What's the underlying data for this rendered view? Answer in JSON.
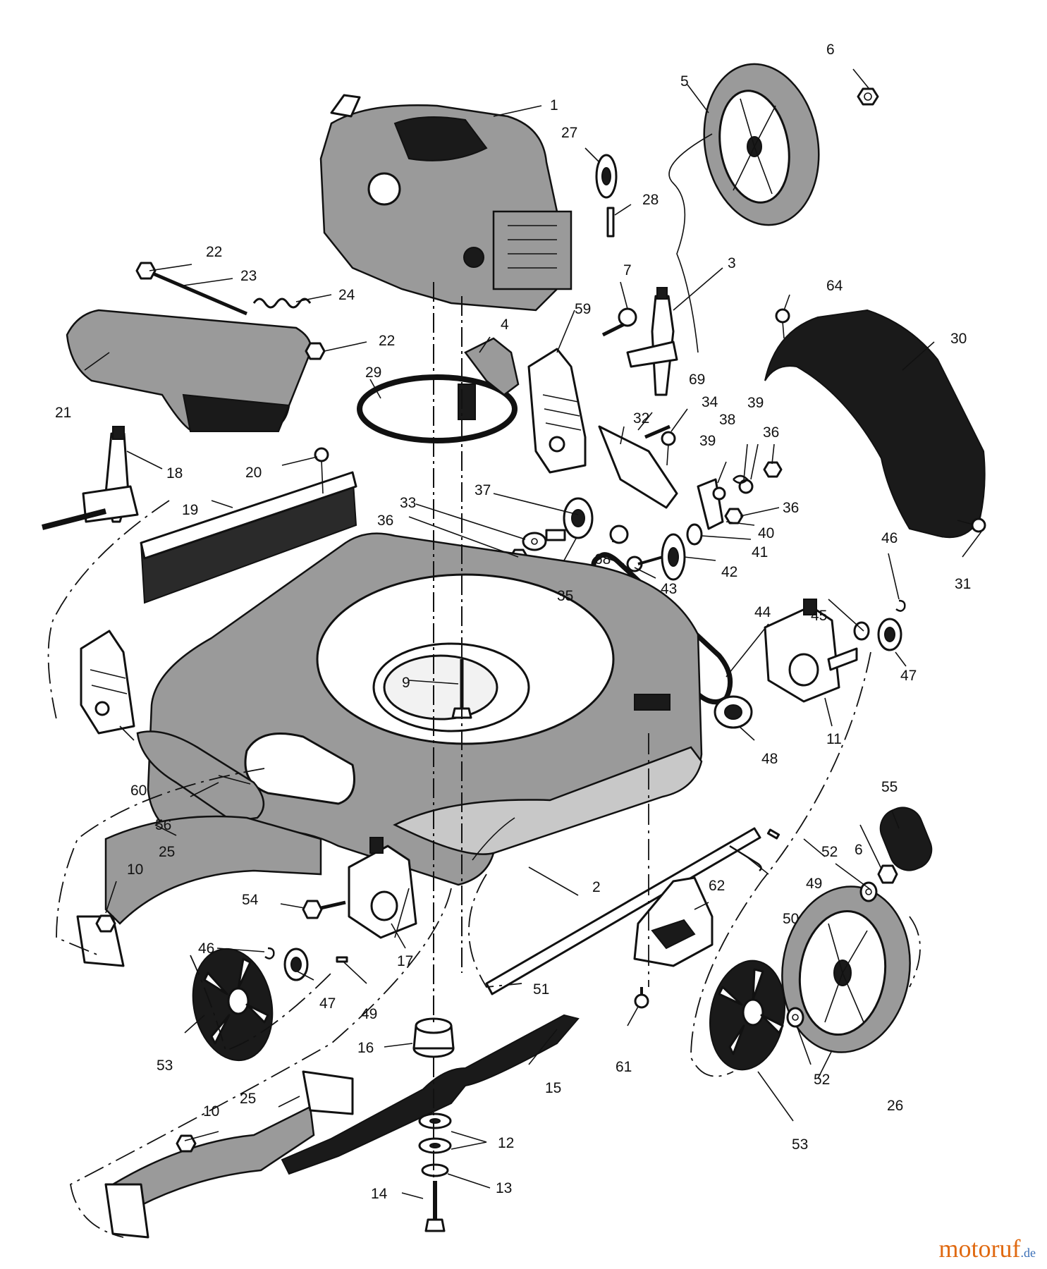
{
  "diagram": {
    "labels": [
      {
        "id": "l1",
        "text": "1"
      },
      {
        "id": "l2",
        "text": "2"
      },
      {
        "id": "l3",
        "text": "3"
      },
      {
        "id": "l4",
        "text": "4"
      },
      {
        "id": "l5",
        "text": "5"
      },
      {
        "id": "l6a",
        "text": "6"
      },
      {
        "id": "l6b",
        "text": "6"
      },
      {
        "id": "l7",
        "text": "7"
      },
      {
        "id": "l9",
        "text": "9"
      },
      {
        "id": "l10a",
        "text": "10"
      },
      {
        "id": "l10b",
        "text": "10"
      },
      {
        "id": "l11",
        "text": "11"
      },
      {
        "id": "l12",
        "text": "12"
      },
      {
        "id": "l13",
        "text": "13"
      },
      {
        "id": "l14",
        "text": "14"
      },
      {
        "id": "l15",
        "text": "15"
      },
      {
        "id": "l16",
        "text": "16"
      },
      {
        "id": "l17",
        "text": "17"
      },
      {
        "id": "l18",
        "text": "18"
      },
      {
        "id": "l19",
        "text": "19"
      },
      {
        "id": "l20",
        "text": "20"
      },
      {
        "id": "l21",
        "text": "21"
      },
      {
        "id": "l22a",
        "text": "22"
      },
      {
        "id": "l22b",
        "text": "22"
      },
      {
        "id": "l23",
        "text": "23"
      },
      {
        "id": "l24",
        "text": "24"
      },
      {
        "id": "l25a",
        "text": "25"
      },
      {
        "id": "l25b",
        "text": "25"
      },
      {
        "id": "l26",
        "text": "26"
      },
      {
        "id": "l27",
        "text": "27"
      },
      {
        "id": "l28",
        "text": "28"
      },
      {
        "id": "l29",
        "text": "29"
      },
      {
        "id": "l30",
        "text": "30"
      },
      {
        "id": "l31",
        "text": "31"
      },
      {
        "id": "l32",
        "text": "32"
      },
      {
        "id": "l33",
        "text": "33"
      },
      {
        "id": "l34",
        "text": "34"
      },
      {
        "id": "l35",
        "text": "35"
      },
      {
        "id": "l36a",
        "text": "36"
      },
      {
        "id": "l36b",
        "text": "36"
      },
      {
        "id": "l36c",
        "text": "36"
      },
      {
        "id": "l37",
        "text": "37"
      },
      {
        "id": "l38",
        "text": "38"
      },
      {
        "id": "l39a",
        "text": "39"
      },
      {
        "id": "l39b",
        "text": "39"
      },
      {
        "id": "l40",
        "text": "40"
      },
      {
        "id": "l41",
        "text": "41"
      },
      {
        "id": "l42",
        "text": "42"
      },
      {
        "id": "l43",
        "text": "43"
      },
      {
        "id": "l44",
        "text": "44"
      },
      {
        "id": "l45",
        "text": "45"
      },
      {
        "id": "l46a",
        "text": "46"
      },
      {
        "id": "l46b",
        "text": "46"
      },
      {
        "id": "l47a",
        "text": "47"
      },
      {
        "id": "l47b",
        "text": "47"
      },
      {
        "id": "l48",
        "text": "48"
      },
      {
        "id": "l49a",
        "text": "49"
      },
      {
        "id": "l49b",
        "text": "49"
      },
      {
        "id": "l50",
        "text": "50"
      },
      {
        "id": "l51",
        "text": "51"
      },
      {
        "id": "l52a",
        "text": "52"
      },
      {
        "id": "l52b",
        "text": "52"
      },
      {
        "id": "l53a",
        "text": "53"
      },
      {
        "id": "l53b",
        "text": "53"
      },
      {
        "id": "l54",
        "text": "54"
      },
      {
        "id": "l55",
        "text": "55"
      },
      {
        "id": "l56",
        "text": "56"
      },
      {
        "id": "l59",
        "text": "59"
      },
      {
        "id": "l60",
        "text": "60"
      },
      {
        "id": "l61",
        "text": "61"
      },
      {
        "id": "l62",
        "text": "62"
      },
      {
        "id": "l64",
        "text": "64"
      },
      {
        "id": "l68",
        "text": "68"
      },
      {
        "id": "l69",
        "text": "69"
      }
    ]
  },
  "watermark": {
    "text_a": "motoruf",
    "text_b": ".de",
    "color_a": "#e06a12",
    "color_b": "#3a6fb7"
  }
}
